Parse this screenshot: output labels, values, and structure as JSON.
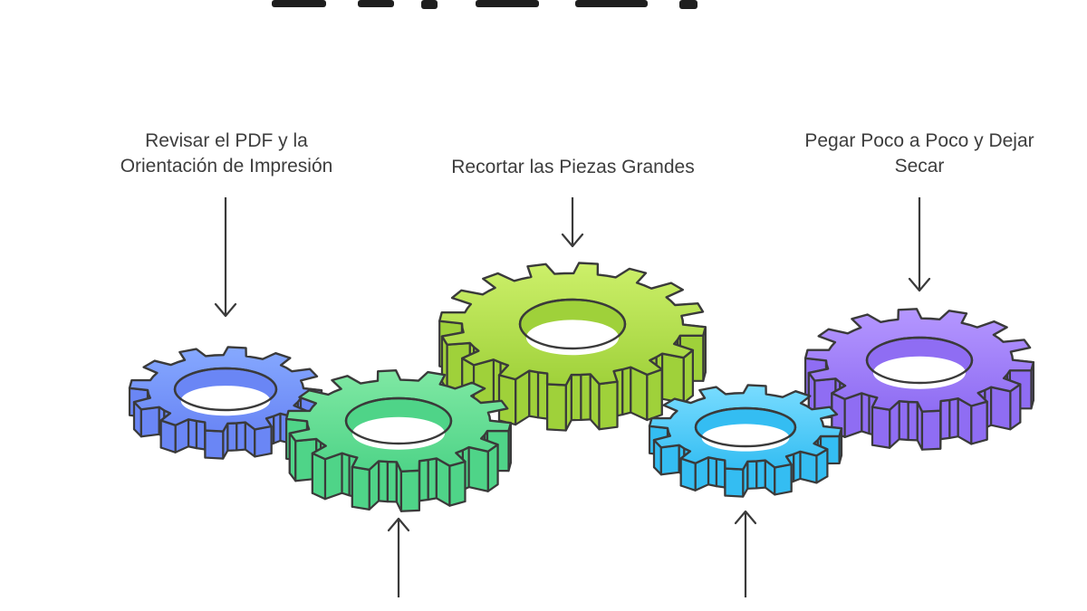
{
  "steps": [
    {
      "id": "step1",
      "label": "Revisar el PDF y la\nOrientación de Impresión",
      "color_light": "#86a9ff",
      "color_dark": "#6a86f5"
    },
    {
      "id": "step2",
      "label": "",
      "color_light": "#7fe8a3",
      "color_dark": "#4fd488"
    },
    {
      "id": "step3",
      "label": "Recortar las Piezas Grandes",
      "color_light": "#cdf06a",
      "color_dark": "#9fd13a"
    },
    {
      "id": "step4",
      "label": "",
      "color_light": "#79dcff",
      "color_dark": "#34bdf2"
    },
    {
      "id": "step5",
      "label": "Pegar Poco a Poco y Dejar\nSecar",
      "color_light": "#b597ff",
      "color_dark": "#8f6df3"
    }
  ],
  "colors": {
    "outline": "#3a3a3a",
    "arrow": "#3a3a3a",
    "background": "#ffffff"
  },
  "icons": {
    "gear": "gear-icon",
    "arrow_down": "arrow-down-icon",
    "arrow_up": "arrow-up-icon"
  }
}
